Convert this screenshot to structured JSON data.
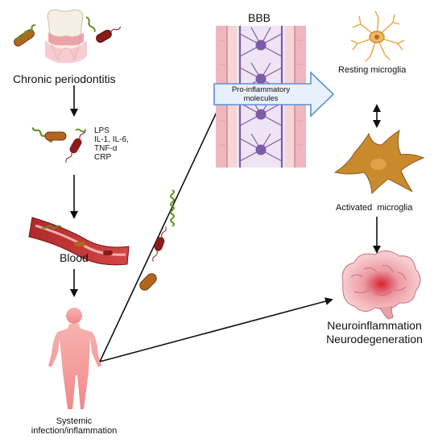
{
  "labels": {
    "chronic_periodontitis": "Chronic periodontitis",
    "mediators": [
      "LPS",
      "IL-1, IL-6,",
      "TNF-α",
      "CRP"
    ],
    "blood": "Blood",
    "systemic": [
      "Systemic",
      "infection/inflammation"
    ],
    "bbb": "BBB",
    "pro_inflammatory": [
      "Pro-inflammatory",
      "molecules"
    ],
    "resting_microglia": "Resting microglia",
    "activated_microglia": "Activated  microglia",
    "outcome": [
      "Neuroinflammation",
      "Neurodegeneration"
    ]
  },
  "colors": {
    "arrow": "#111111",
    "bacteria_brown": "#b5651d",
    "bacteria_red": "#8b1a1a",
    "spirochete_green": "#6b8e23",
    "vessel": "#c0392b",
    "bbb_purple": "#7d5ba6",
    "bbb_pink": "#f2c4c9",
    "microglia_resting": "#e8a33d",
    "microglia_active": "#c98a2e",
    "brain": "#e8a0a8",
    "human": "#f4a6a6",
    "big_arrow_fill": "#e8f0fb",
    "big_arrow_stroke": "#5b8fd6"
  },
  "icons": [
    "tooth-icon",
    "bacteria-icon",
    "blood-vessel-icon",
    "human-body-icon",
    "bbb-icon",
    "resting-microglia-icon",
    "activated-microglia-icon",
    "brain-icon"
  ]
}
